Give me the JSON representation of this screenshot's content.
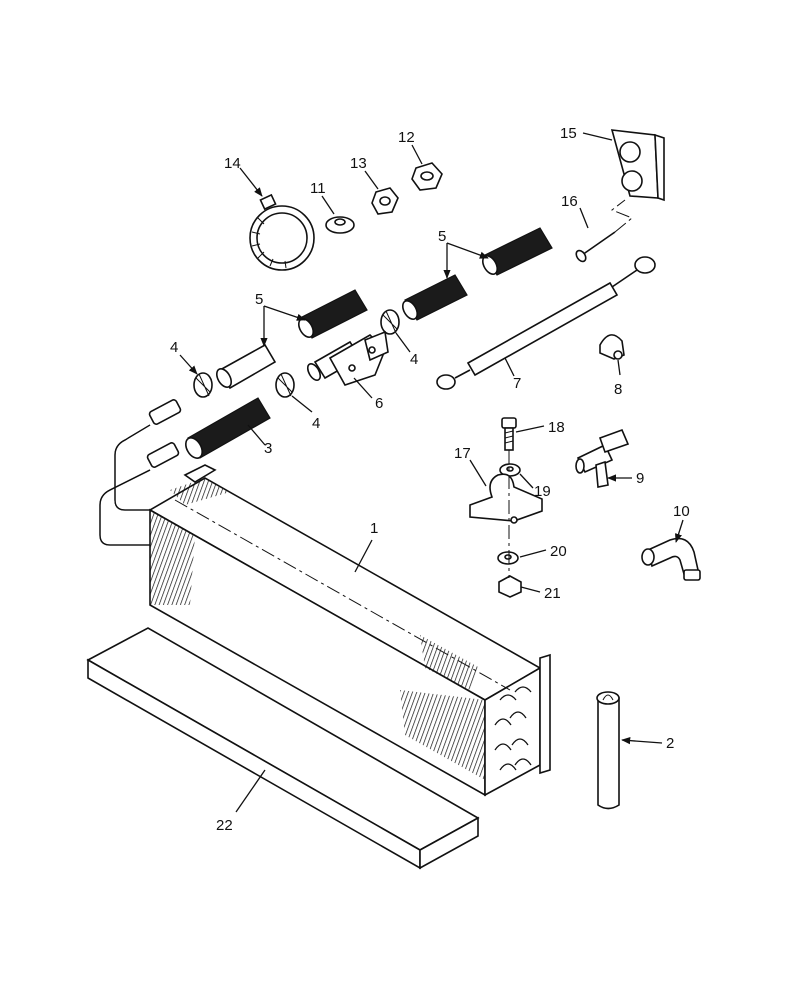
{
  "diagram": {
    "labels": {
      "l1": "1",
      "l2": "2",
      "l3": "3",
      "l4a": "4",
      "l4b": "4",
      "l4c": "4",
      "l5a": "5",
      "l5b": "5",
      "l6": "6",
      "l7": "7",
      "l8": "8",
      "l9": "9",
      "l10": "10",
      "l11": "11",
      "l12": "12",
      "l13": "13",
      "l14": "14",
      "l15": "15",
      "l16": "16",
      "l17": "17",
      "l18": "18",
      "l19": "19",
      "l20": "20",
      "l21": "21",
      "l22": "22"
    }
  }
}
